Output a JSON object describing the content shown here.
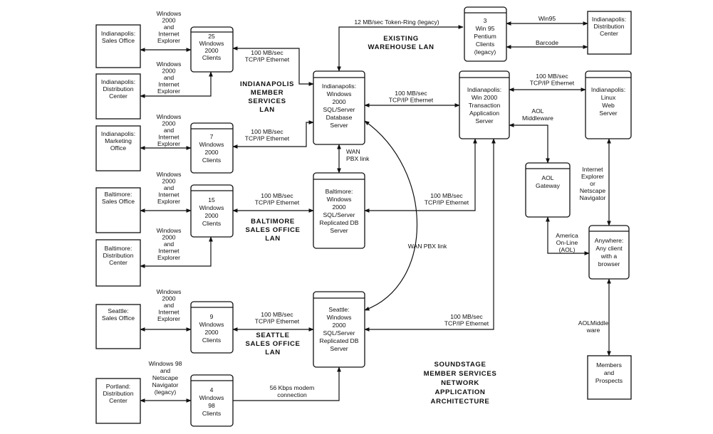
{
  "offices": {
    "indy_sales": [
      "Indianapolis:",
      "Sales Office"
    ],
    "indy_dist_left": [
      "Indianapolis:",
      "Distribution",
      "Center"
    ],
    "indy_marketing": [
      "Indianapolis:",
      "Marketing",
      "Office"
    ],
    "balt_sales": [
      "Baltimore:",
      "Sales Office"
    ],
    "balt_dist": [
      "Baltimore:",
      "Distribution",
      "Center"
    ],
    "seattle_sales": [
      "Seattle:",
      "Sales Office"
    ],
    "portland_dist": [
      "Portland:",
      "Distribution",
      "Center"
    ],
    "indy_dist_right": [
      "Indianapolis:",
      "Distribution",
      "Center"
    ],
    "members": [
      "Members",
      "and",
      "Prospects"
    ]
  },
  "clients": {
    "c25": [
      "25",
      "Windows",
      "2000",
      "Clients"
    ],
    "c7": [
      "7",
      "Windows",
      "2000",
      "Clients"
    ],
    "c15": [
      "15",
      "Windows",
      "2000",
      "Clients"
    ],
    "c9": [
      "9",
      "Windows",
      "2000",
      "Clients"
    ],
    "c4": [
      "4",
      "Windows",
      "98",
      "Clients"
    ],
    "c3": [
      "3",
      "Win 95",
      "Pentium",
      "Clients",
      "(legacy)"
    ]
  },
  "servers": {
    "indy_db": [
      "Indianapolis:",
      "Windows",
      "2000",
      "SQL/Server",
      "Database",
      "Server"
    ],
    "balt_db": [
      "Baltimore:",
      "Windows",
      "2000",
      "SQL/Server",
      "Replicated DB",
      "Server"
    ],
    "seattle_db": [
      "Seattle:",
      "Windows",
      "2000",
      "SQL/Server",
      "Replicated DB",
      "Server"
    ],
    "transaction": [
      "Indianapolis:",
      "Win 2000",
      "Transaction",
      "Application",
      "Server"
    ],
    "web": [
      "Indianapolis:",
      "Linux",
      "Web",
      "Server"
    ],
    "aol_gateway": [
      "AOL",
      "Gateway"
    ],
    "anywhere": [
      "Anywhere:",
      "Any client",
      "with a",
      "browser"
    ]
  },
  "labels": {
    "win2000_ie": [
      "Windows",
      "2000",
      "and",
      "Internet",
      "Explorer"
    ],
    "win98_netscape": [
      "Windows 98",
      "and",
      "Netscape",
      "Navigator",
      "(legacy)"
    ],
    "ethernet": [
      "100 MB/sec",
      "TCP/IP Ethernet"
    ],
    "token_ring": "12 MB/sec Token-Ring (legacy)",
    "win95": "Win95",
    "barcode": "Barcode",
    "wan_pbx": [
      "WAN",
      "PBX link"
    ],
    "wan_pbx_link": "WAN PBX link",
    "modem": [
      "56 Kbps modem",
      "connection"
    ],
    "aol_middleware": [
      "AOL",
      "Middleware"
    ],
    "browsers": [
      "Internet",
      "Explorer",
      "or",
      "Netscape",
      "Navigator"
    ],
    "aol_online": [
      "America",
      "On-Line",
      "(AOL)"
    ],
    "aol_middle_ware": [
      "AOLMiddle",
      "ware"
    ],
    "indy_lan": [
      "INDIANAPOLIS",
      "MEMBER",
      "SERVICES",
      "LAN"
    ],
    "warehouse_lan": [
      "EXISTING",
      "WAREHOUSE LAN"
    ],
    "balt_lan": [
      "BALTIMORE",
      "SALES OFFICE",
      "LAN"
    ],
    "seattle_lan": [
      "SEATTLE",
      "SALES OFFICE",
      "LAN"
    ],
    "title": [
      "SOUNDSTAGE",
      "MEMBER SERVICES",
      "NETWORK",
      "APPLICATION",
      "ARCHITECTURE"
    ]
  }
}
